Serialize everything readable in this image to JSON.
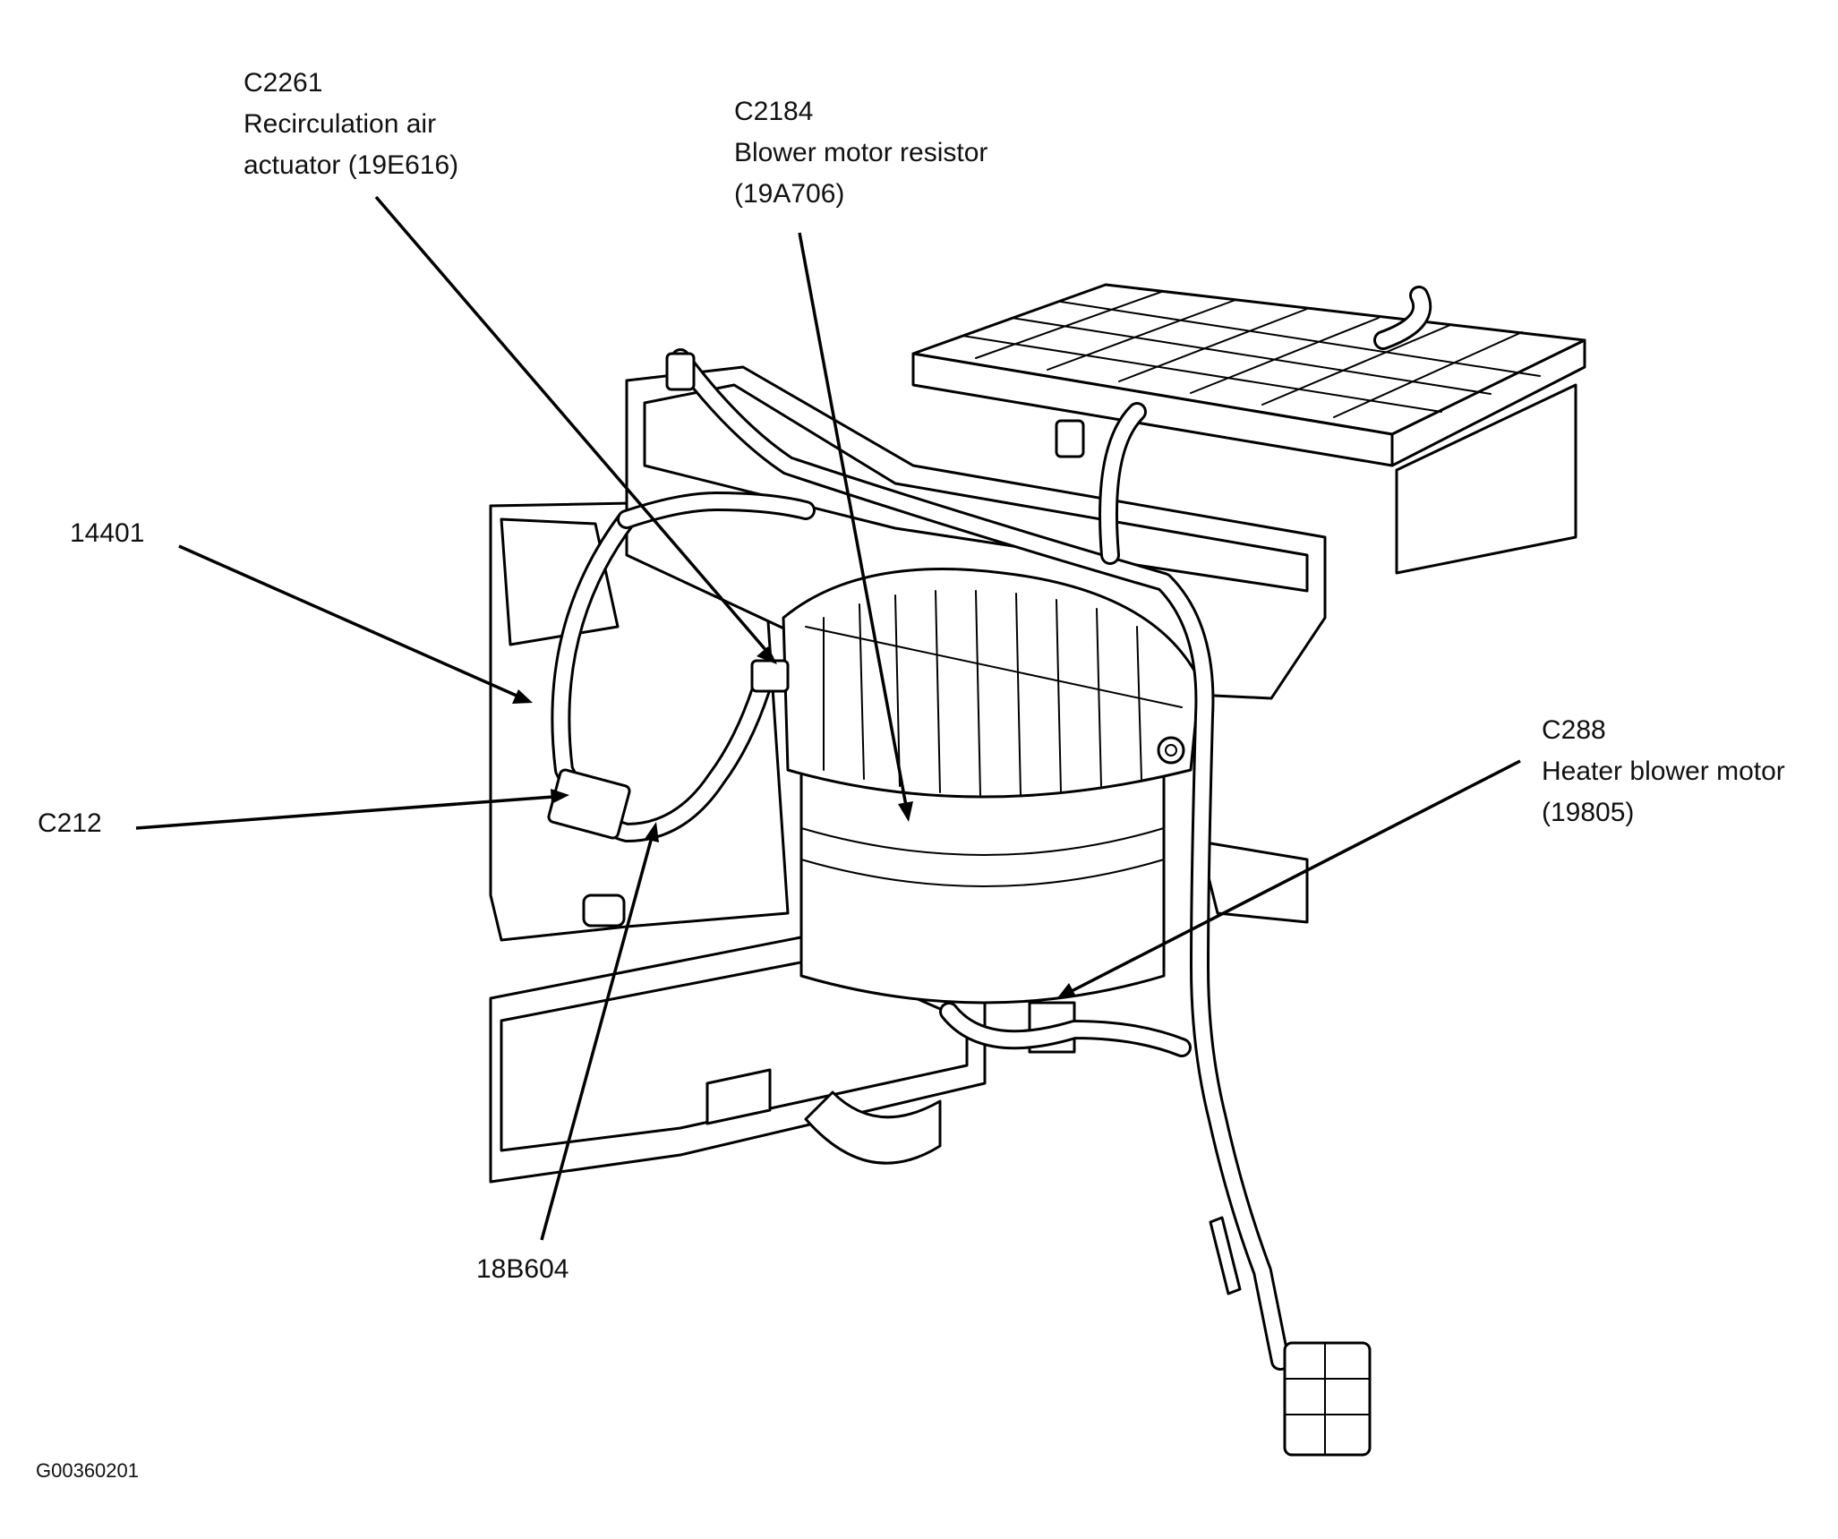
{
  "diagram": {
    "callouts": {
      "c2261": {
        "code": "C2261",
        "line1": "Recirculation air",
        "line2": "actuator (19E616)"
      },
      "c2184": {
        "code": "C2184",
        "line1": "Blower motor resistor",
        "line2": "(19A706)"
      },
      "w14401": {
        "code": "14401"
      },
      "c212": {
        "code": "C212"
      },
      "c288": {
        "code": "C288",
        "line1": "Heater blower motor",
        "line2": "(19805)"
      },
      "w18b604": {
        "code": "18B604"
      }
    },
    "figure_id": "G00360201"
  }
}
